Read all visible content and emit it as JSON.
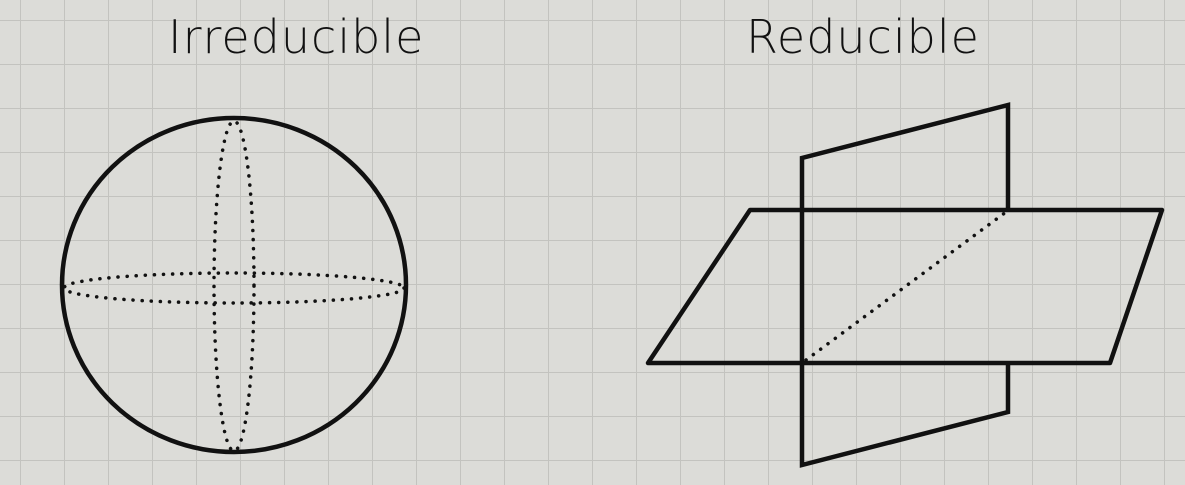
{
  "panels": {
    "left": {
      "title": "Irreducible",
      "shape": "sphere-with-dotted-great-circles"
    },
    "right": {
      "title": "Reducible",
      "shape": "two-intersecting-planes"
    }
  },
  "colors": {
    "background": "#dcdcd8",
    "grid": "#c3c3bf",
    "ink": "#111111"
  }
}
